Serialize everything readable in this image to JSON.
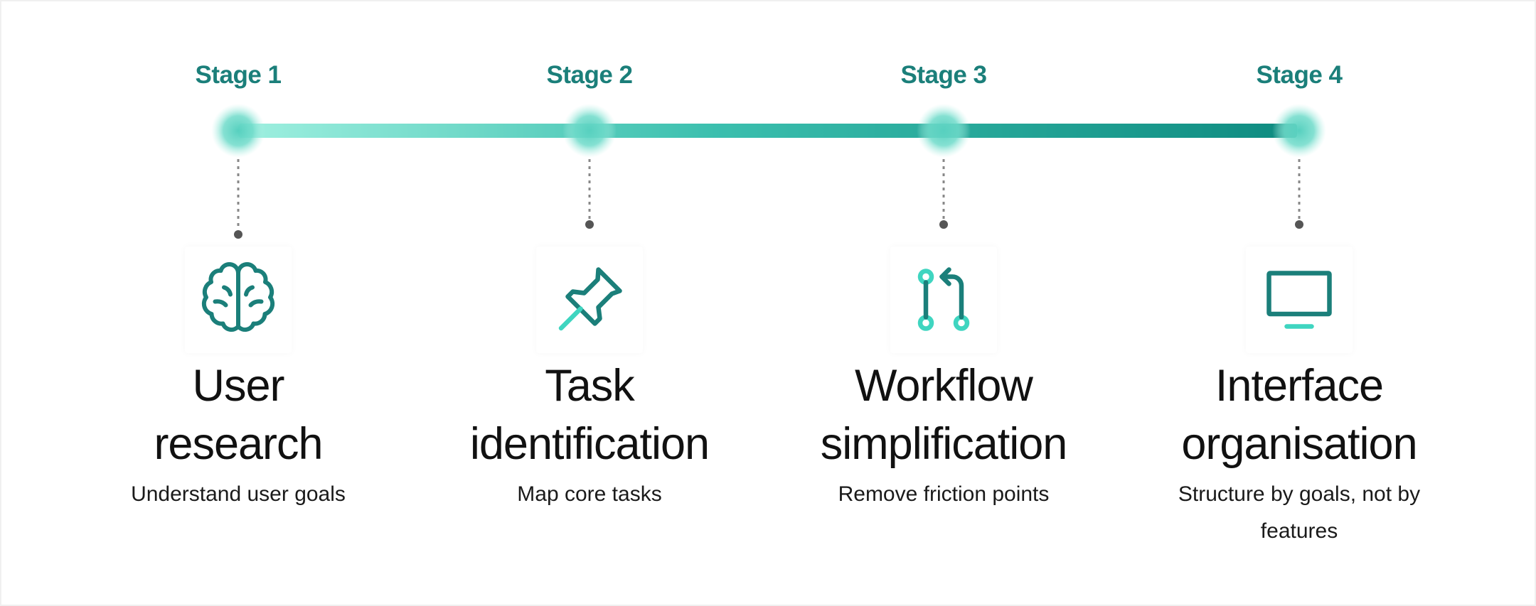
{
  "colors": {
    "accent": "#1b7f7a",
    "line_start": "#8ee6d6",
    "line_end": "#0e8b80",
    "icon_stroke": "#1b7f7a",
    "icon_light": "#3fd5c0",
    "dot": "#555555"
  },
  "stages": [
    {
      "label": "Stage 1",
      "icon": "brain-icon",
      "title": "User\nresearch",
      "description": "Understand user goals"
    },
    {
      "label": "Stage 2",
      "icon": "pushpin-icon",
      "title": "Task\nidentification",
      "description": "Map core tasks"
    },
    {
      "label": "Stage 3",
      "icon": "git-pull-request-icon",
      "title": "Workflow\nsimplification",
      "description": "Remove friction points"
    },
    {
      "label": "Stage 4",
      "icon": "monitor-icon",
      "title": "Interface\norganisation",
      "description": "Structure by goals, not by features"
    }
  ]
}
